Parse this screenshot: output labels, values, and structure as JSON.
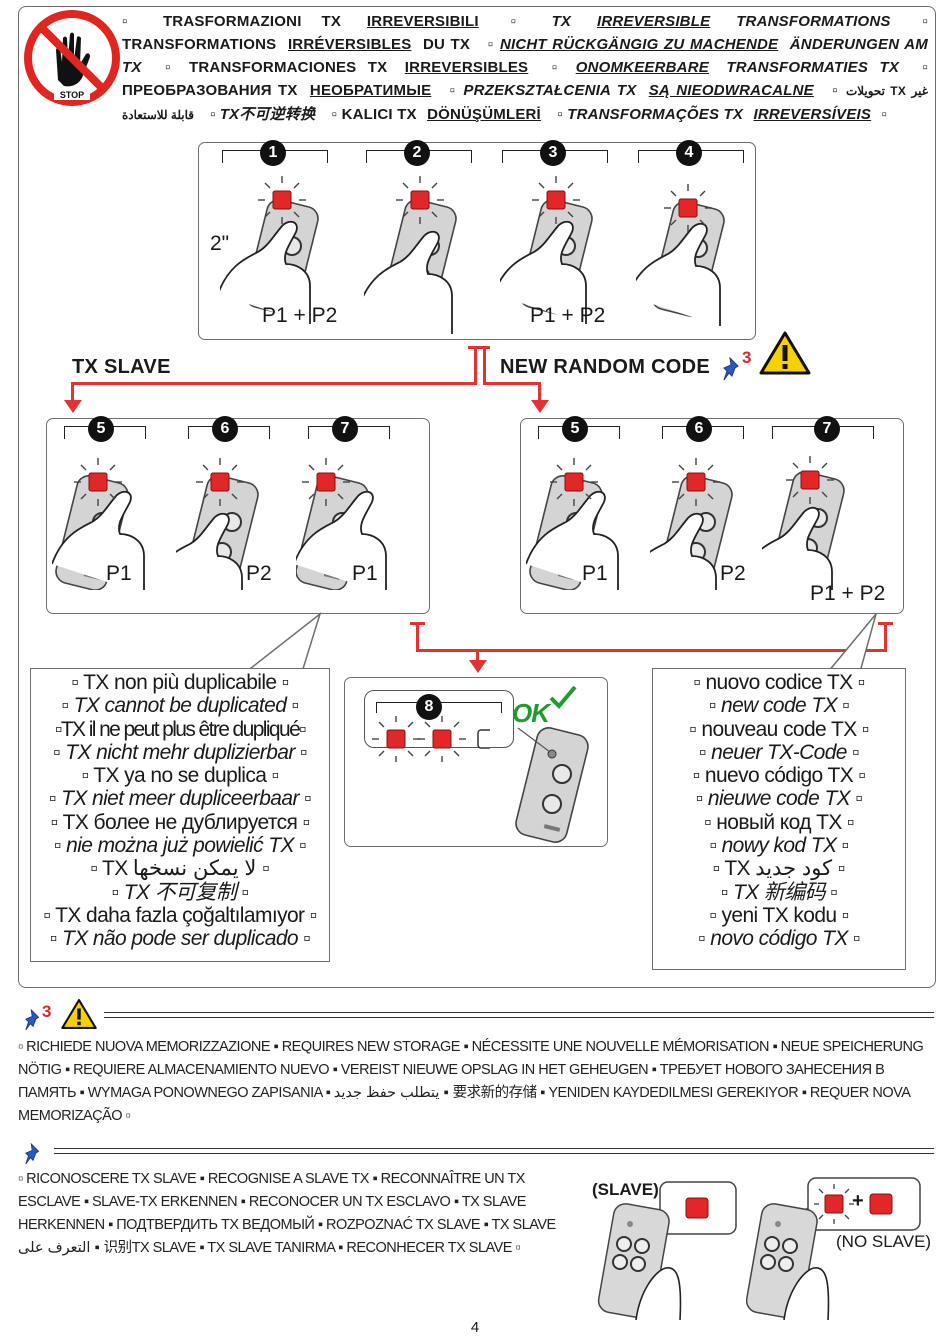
{
  "header": {
    "stop_sign_text": "STOP",
    "segments": [
      {
        "text": "TRASFORMAZIONI TX ",
        "u": "IRREVERSIBILI",
        "italic": false
      },
      {
        "text": "TX ",
        "u": "IRREVERSIBLE",
        "tail": " TRANSFORMATIONS",
        "italic": true
      },
      {
        "text": "TRANSFORMATIONS ",
        "u": "IRRÉVERSIBLES",
        "tail": " DU TX",
        "italic": false
      },
      {
        "text": "",
        "u": "NICHT RÜCKGÄNGIG ZU MACHENDE",
        "tail": " ÄNDERUNGEN AM TX",
        "italic": true
      },
      {
        "text": "TRANSFORMACIONES TX ",
        "u": "IRREVERSIBLES",
        "italic": false
      },
      {
        "text": "",
        "u": "ONOMKEERBARE",
        "tail": " TRANSFORMATIES TX",
        "italic": true
      },
      {
        "text": "ПРЕОБРАЗОВАНИЯ ТХ ",
        "u": "НЕОБРАТИМЫЕ",
        "italic": false
      },
      {
        "text": "PRZEKSZTAŁCENIA TX ",
        "u": "SĄ NIEODWRACALNE",
        "italic": true
      },
      {
        "text": "تحويلات TX غير قابلة للاستعادة",
        "u": "",
        "italic": false
      },
      {
        "text": "TX不可逆转换",
        "u": "",
        "italic": true
      },
      {
        "text": "KALICI TX ",
        "u": "DÖNÜŞÜMLERİ",
        "italic": false
      },
      {
        "text": "TRANSFORMAÇÕES TX ",
        "u": "IRREVERSÍVEIS",
        "italic": true
      }
    ]
  },
  "top_steps": [
    {
      "num": "1",
      "label": "P1 + P2",
      "time": "2\""
    },
    {
      "num": "2",
      "label": ""
    },
    {
      "num": "3",
      "label": "P1 + P2"
    },
    {
      "num": "4",
      "label": ""
    }
  ],
  "branch_left": {
    "title": "TX SLAVE",
    "steps": [
      {
        "num": "5",
        "label": "P1"
      },
      {
        "num": "6",
        "label": "P2"
      },
      {
        "num": "7",
        "label": "P1"
      }
    ]
  },
  "branch_right": {
    "title": "NEW RANDOM CODE",
    "note_ref": "3",
    "steps": [
      {
        "num": "5",
        "label": "P1"
      },
      {
        "num": "6",
        "label": "P2"
      },
      {
        "num": "7",
        "label": "P1 + P2"
      }
    ]
  },
  "step8": {
    "num": "8",
    "ok": "OK"
  },
  "left_texts": [
    "TX non più duplicabile",
    "TX cannot be duplicated",
    "TX il ne peut plus être dupliqué",
    "TX nicht mehr duplizierbar",
    "TX ya no se duplica",
    "TX niet meer dupliceerbaar",
    "ТХ более не дублируется",
    "nie można już powielić TX",
    "TX لا يمكن نسخها",
    "TX 不可复制",
    "TX daha fazla çoğaltılamıyor",
    "TX não pode ser duplicado"
  ],
  "right_texts": [
    "nuovo codice TX",
    "new code TX",
    "nouveau code TX",
    "neuer TX-Code",
    "nuevo código TX",
    "nieuwe code TX",
    "новый код ТХ",
    "nowy kod TX",
    "TX كود جديد",
    "TX 新编码",
    "yeni TX kodu",
    "novo código TX"
  ],
  "note3": {
    "ref": "3",
    "text": "▫ RICHIEDE NUOVA MEMORIZZAZIONE ▪ REQUIRES NEW STORAGE ▪ NÉCESSITE UNE NOUVELLE MÉMORISATION ▪ NEUE SPEICHERUNG NÖTIG ▪ REQUIERE ALMACENAMIENTO NUEVO ▪ VEREIST NIEUWE OPSLAG IN HET GEHEUGEN ▪ ТРЕБУЕТ НОВОГО ЗАНЕСЕНИЯ В ПАМЯТЬ ▪ WYMAGA PONOWNEGO ZAPISANIA ▪ يتطلب حفظ جديد ▪ 要求新的存储 ▪ YENIDEN KAYDEDILMESI GEREKIYOR ▪ REQUER NOVA MEMORIZAÇÃO ▫"
  },
  "note_slave": {
    "text": "▫ RICONOSCERE TX SLAVE ▪ RECOGNISE A SLAVE TX ▪ RECONNAÎTRE UN TX ESCLAVE ▪ SLAVE-TX ERKENNEN ▪ RECONOCER UN TX ESCLAVO ▪ TX SLAVE HERKENNEN ▪ ПОДТВЕРДИТЬ TX ВЕДОМЫЙ ▪ ROZPOZNAĆ TX SLAVE ▪ TX SLAVE التعرف على ▪ 识别TX SLAVE ▪ TX SLAVE TANIRMA ▪ RECONHECER TX SLAVE ▫",
    "slave_label": "(SLAVE)",
    "no_slave_label": "(NO SLAVE)",
    "plus": "+"
  },
  "page_number": "4",
  "colors": {
    "led": "#e12727",
    "line": "#e23232",
    "ok": "#1e9c2e",
    "warning": "#f7d000"
  }
}
